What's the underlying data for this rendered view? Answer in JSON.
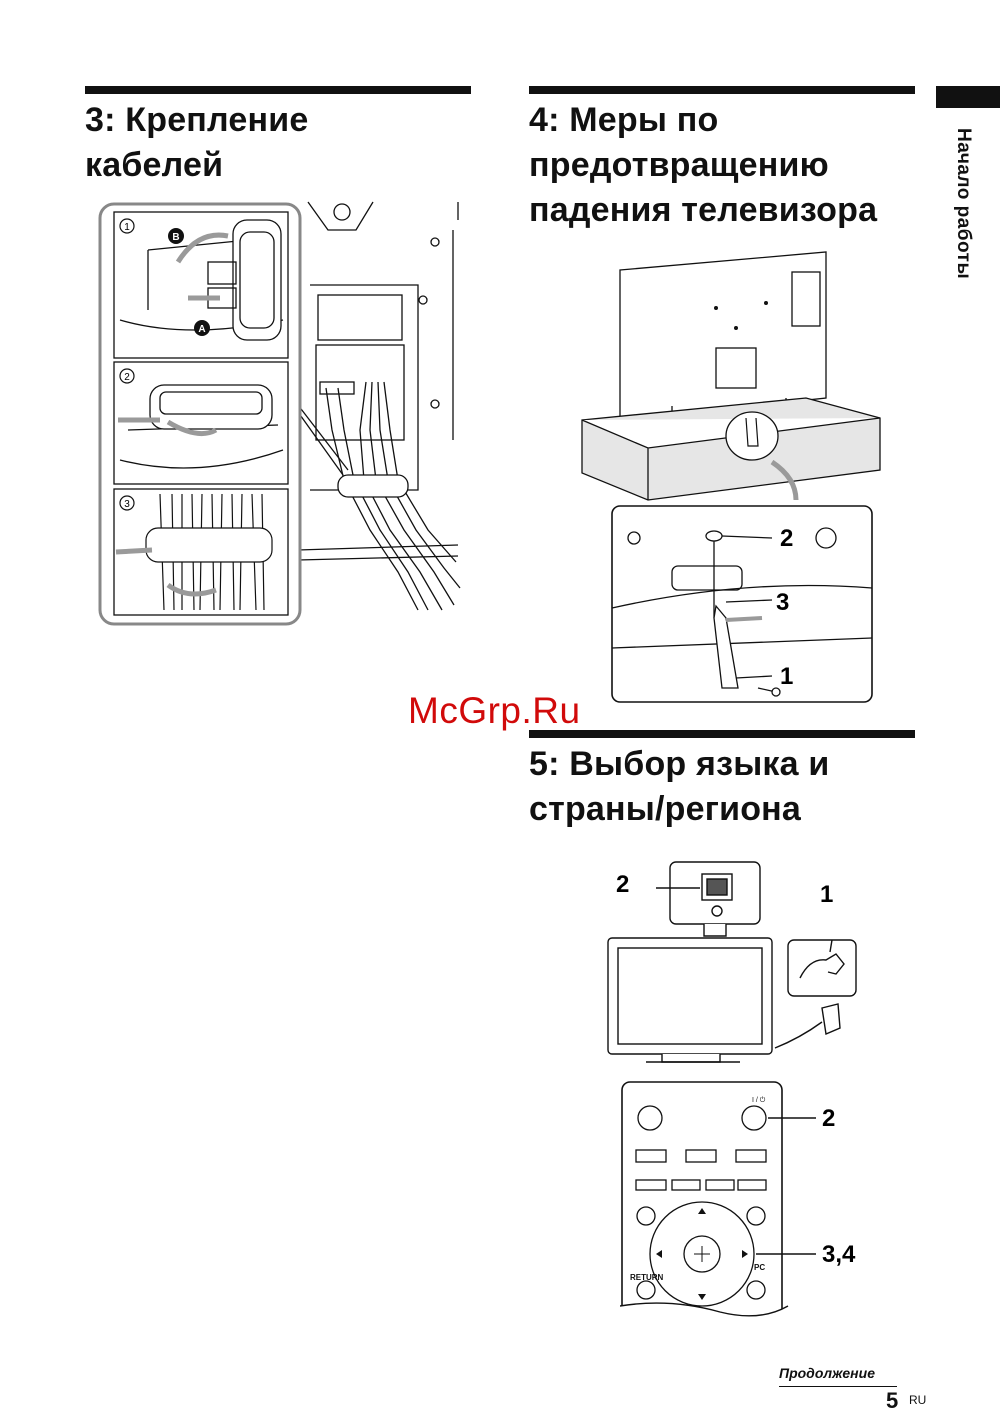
{
  "sections": [
    {
      "id": "3",
      "title_line1": "3: Крепление",
      "title_line2": "кабелей"
    },
    {
      "id": "4",
      "title_line1": "4: Меры по",
      "title_line2": "предотвращению",
      "title_line3": "падения телевизора"
    },
    {
      "id": "5",
      "title_line1": "5: Выбор языка и",
      "title_line2": "страны/региона"
    }
  ],
  "sidebar": {
    "label": "Начало работы"
  },
  "cable_steps": {
    "step1": "1",
    "step2": "2",
    "step3": "3",
    "marker_a": "A",
    "marker_b": "B"
  },
  "stand_callouts": {
    "c1": "1",
    "c2": "2",
    "c3": "3"
  },
  "power_callouts": {
    "c1": "1",
    "c2": "2"
  },
  "remote_callouts": {
    "c2": "2",
    "c34": "3,4",
    "return_label": "RETURN",
    "pc_label": "PC",
    "power_label": "I / ⏻"
  },
  "watermark": "McGrp.Ru",
  "footer": {
    "continued": "Продолжение",
    "page_number": "5",
    "lang": "RU"
  },
  "colors": {
    "ink": "#111111",
    "gray_arrow": "#9a9a9a",
    "watermark": "#d10a0a",
    "stand_fill": "#e6e6e6"
  }
}
